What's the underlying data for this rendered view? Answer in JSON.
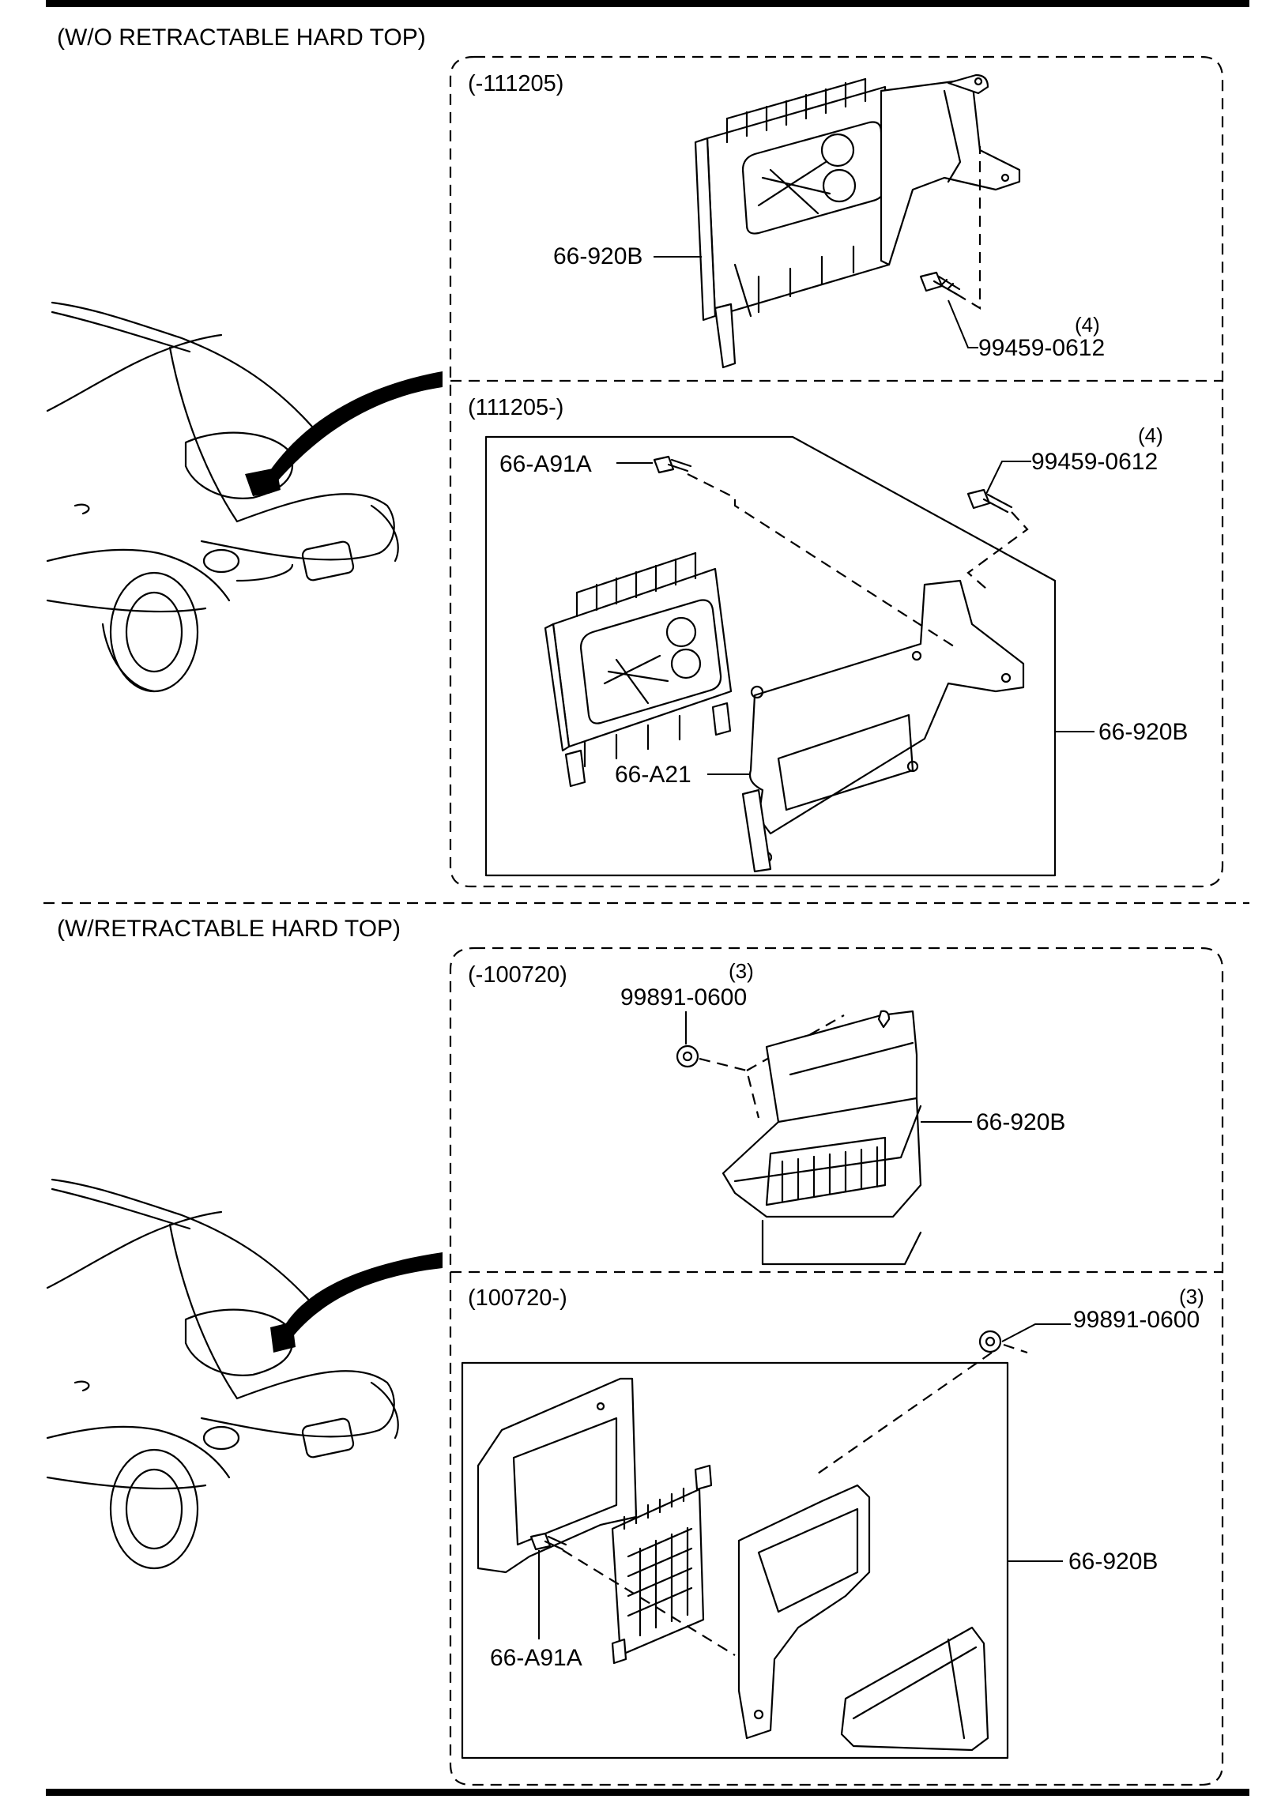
{
  "sections": [
    {
      "heading": "(W/O RETRACTABLE HARD TOP)",
      "panels": [
        {
          "range": "(-111205)",
          "callouts": [
            {
              "part": "66-920B"
            },
            {
              "part": "99459-0612",
              "qty": "(4)"
            }
          ]
        },
        {
          "range": "(111205-)",
          "callouts": [
            {
              "part": "66-A91A"
            },
            {
              "part": "99459-0612",
              "qty": "(4)"
            },
            {
              "part": "66-920B"
            },
            {
              "part": "66-A21"
            }
          ]
        }
      ]
    },
    {
      "heading": "(W/RETRACTABLE HARD TOP)",
      "panels": [
        {
          "range": "(-100720)",
          "callouts": [
            {
              "part": "99891-0600",
              "qty": "(3)"
            },
            {
              "part": "66-920B"
            }
          ]
        },
        {
          "range": "(100720-)",
          "callouts": [
            {
              "part": "99891-0600",
              "qty": "(3)"
            },
            {
              "part": "66-920B"
            },
            {
              "part": "66-A91A"
            }
          ]
        }
      ]
    }
  ]
}
